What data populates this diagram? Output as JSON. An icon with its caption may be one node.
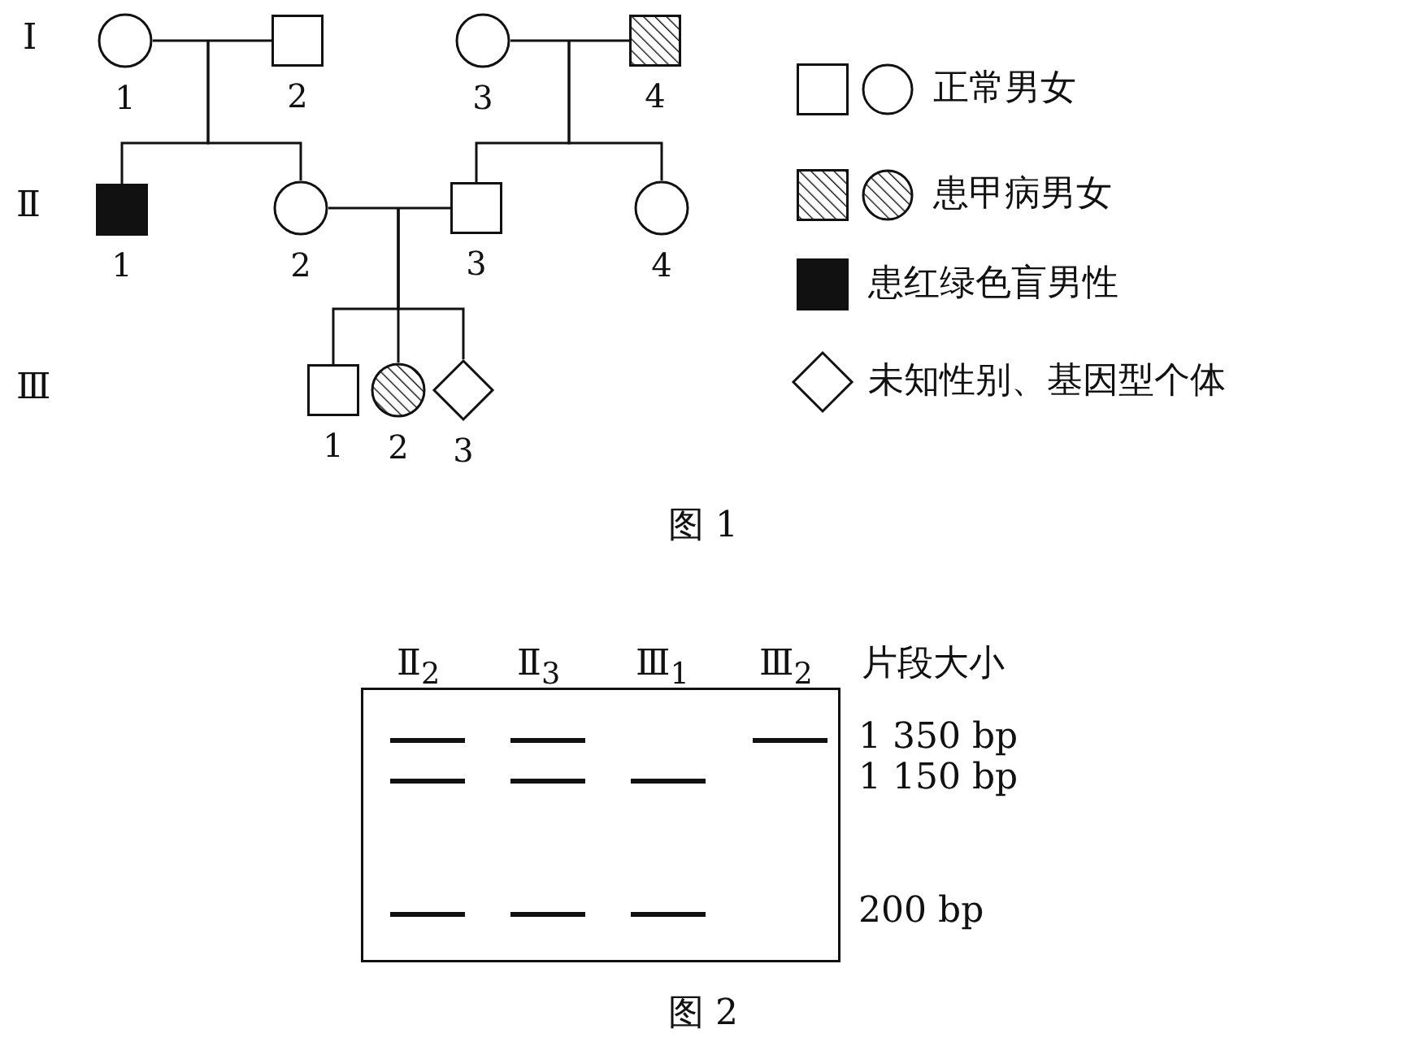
{
  "diagram": {
    "nodes": [
      {
        "text": [],
        "shape": "circle",
        "beside": [
          "1"
        ]
      },
      {
        "text": [],
        "shape": "box",
        "beside": [
          "2"
        ]
      },
      {
        "text": [],
        "shape": "circle",
        "beside": [
          "3"
        ]
      },
      {
        "text": [],
        "shape": "box",
        "beside": [
          "4"
        ]
      },
      {
        "text": [],
        "shape": "box",
        "beside": [
          "1"
        ]
      },
      {
        "text": [],
        "shape": "circle",
        "beside": [
          "2"
        ]
      },
      {
        "text": [],
        "shape": "box",
        "beside": [
          "3"
        ]
      },
      {
        "text": [],
        "shape": "circle",
        "beside": [
          "4"
        ]
      },
      {
        "text": [],
        "shape": "box",
        "beside": [
          "1"
        ]
      },
      {
        "text": [],
        "shape": "circle",
        "beside": [
          "2"
        ]
      },
      {
        "text": [],
        "shape": "diamond",
        "beside": [
          "3"
        ]
      },
      {
        "text": [],
        "shape": "box"
      },
      {
        "text": [],
        "shape": "bar",
        "in": 11
      },
      {
        "text": [],
        "shape": "bar",
        "in": 11
      },
      {
        "text": [],
        "shape": "bar",
        "in": 11
      },
      {
        "text": [],
        "shape": "bar",
        "in": 11
      },
      {
        "text": [],
        "shape": "bar",
        "in": 11
      },
      {
        "text": [],
        "shape": "bar",
        "in": 11
      },
      {
        "text": [],
        "shape": "bar",
        "in": 11
      },
      {
        "text": [],
        "shape": "bar",
        "in": 11
      },
      {
        "text": [],
        "shape": "bar",
        "in": 11
      }
    ],
    "edges": [
      {
        "from": 0,
        "to": 1,
        "arrow": "none"
      },
      {
        "from": 2,
        "to": 3,
        "arrow": "none"
      },
      {
        "from": 5,
        "to": 6,
        "arrow": "none"
      },
      {
        "from": null,
        "to": 4,
        "arrow": "none"
      },
      {
        "from": null,
        "to": 5,
        "arrow": "none"
      },
      {
        "from": null,
        "to": 6,
        "arrow": "none"
      },
      {
        "from": null,
        "to": 7,
        "arrow": "none"
      },
      {
        "from": null,
        "to": 8,
        "arrow": "none"
      },
      {
        "from": null,
        "to": 9,
        "arrow": "none"
      },
      {
        "from": null,
        "to": 10,
        "arrow": "none"
      }
    ],
    "labels": [
      "Ⅰ",
      "Ⅱ",
      "Ⅲ",
      "图 1",
      "Ⅱ$_{2}$",
      "Ⅱ$_{3}$",
      "Ⅲ$_{1}$",
      "Ⅲ$_{2}$",
      "片段大小",
      "1 350 bp",
      "1 150 bp",
      "200 bp",
      "图 2"
    ],
    "legend": [
      {
        "text": "正常男女"
      },
      {
        "text": "患甲病男女"
      },
      {
        "text": "患红绿色盲男性"
      },
      {
        "text": "未知性别、基因型个体"
      }
    ]
  }
}
